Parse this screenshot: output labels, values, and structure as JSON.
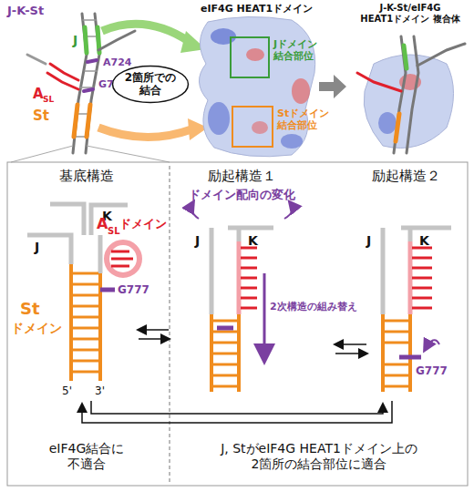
{
  "diagram": {
    "nodes": [
      {
        "text": [
          "2箇所での結合"
        ]
      },
      {
        "text": [
          "Jドメイン 結合部位"
        ]
      },
      {
        "text": [
          "Stドメイン 結合部位"
        ]
      }
    ],
    "labels": [
      "J-K-St",
      "J",
      "A724",
      "G777",
      "A",
      "SL",
      "St",
      "eIF4G HEAT1ドメイン",
      "J-K-St/eIF4G HEAT1ドメイン 複合体",
      "基底構造",
      "励起構造１",
      "励起構造２",
      "K",
      "J",
      "A",
      "SL",
      "ドメイン",
      "St",
      "ドメイン",
      "G777",
      "5'",
      "3'",
      "ドメイン配向の変化",
      "J",
      "K",
      "2次構造の組み替え",
      "J",
      "K",
      "G777",
      "eIF4G結合に 不適合",
      "J, StがeIF4G HEAT1ドメイン上の 2箇所の結合部位に適合"
    ]
  }
}
